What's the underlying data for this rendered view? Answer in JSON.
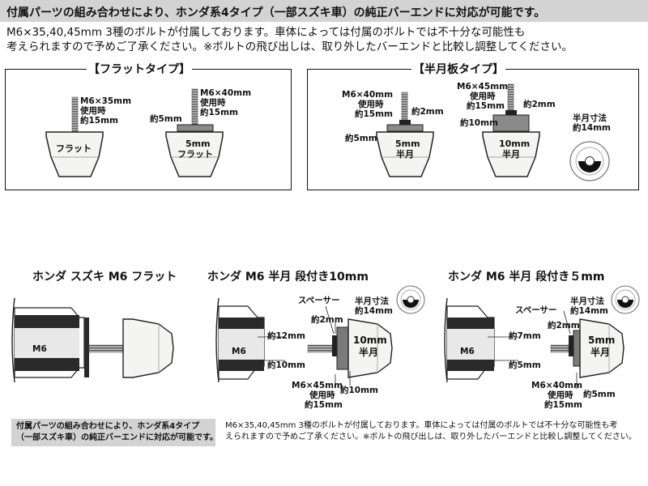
{
  "header": {
    "text": "付属パーツの組み合わせにより、ホンダ系4タイプ（一部スズキ車）の純正バーエンドに対応が可能です。"
  },
  "intro": {
    "line1": "M6×35,40,45mm 3種のボルトが付属しております。車体によっては付属のボルトでは不十分な可能性も",
    "line2": "考えられますので予めご了承ください。※ボルトの飛び出しは、取り外したバーエンドと比較し調整してください。"
  },
  "flat_panel": {
    "title": "【フラットタイプ】",
    "item1": {
      "bolt_size": "M6×35mm",
      "use_label": "使用時",
      "depth": "約15mm",
      "cap_label": "フラット"
    },
    "item2": {
      "bolt_size": "M6×40mm",
      "use_label": "使用時",
      "depth": "約15mm",
      "spacer": "約5mm",
      "cap_line1": "5mm",
      "cap_line2": "フラット"
    }
  },
  "half_panel": {
    "title": "【半月板タイプ】",
    "item1": {
      "bolt_size": "M6×40mm",
      "use_label": "使用時",
      "depth": "約15mm",
      "step": "約2mm",
      "spacer": "約5mm",
      "cap_line1": "5mm",
      "cap_line2": "半月"
    },
    "item2": {
      "bolt_size": "M6×45mm",
      "use_label": "使用時",
      "depth": "約15mm",
      "step": "約2mm",
      "spacer": "約10mm",
      "cap_line1": "10mm",
      "cap_line2": "半月"
    },
    "dimension": {
      "line1": "半月寸法",
      "line2": "約14mm"
    }
  },
  "sections": [
    {
      "title": "ホンダ スズキ M6 フラット",
      "bolt_label": "M6"
    },
    {
      "title": "ホンダ M6 半月 段付き10mm",
      "spacer_label": "スペーサー",
      "half_dim_line1": "半月寸法",
      "half_dim_line2": "約14mm",
      "step": "約2mm",
      "gap_top": "約12mm",
      "bolt_label": "M6",
      "gap_bottom": "約10mm",
      "cap_line1": "10mm",
      "cap_line2": "半月",
      "bolt_size": "M6×45mm",
      "use_label": "使用時",
      "depth": "約15mm",
      "spacer_depth": "約10mm"
    },
    {
      "title": "ホンダ M6 半月 段付き５mm",
      "spacer_label": "スペーサー",
      "half_dim_line1": "半月寸法",
      "half_dim_line2": "約14mm",
      "step": "約2mm",
      "gap_top": "約7mm",
      "bolt_label": "M6",
      "gap_bottom": "約5mm",
      "cap_line1": "5mm",
      "cap_line2": "半月",
      "bolt_size": "M6×40mm",
      "use_label": "使用時",
      "depth": "約15mm",
      "spacer_depth": "約5mm"
    }
  ],
  "note": {
    "line1": "付属パーツの組み合わせにより、ホンダ系4タイプ",
    "line2": "（一部スズキ車）の純正バーエンドに対応が可能です。"
  },
  "bottom": {
    "line1": "M6×35,40,45mm 3種のボルトが付属しております。車体によっては付属のボルトでは不十分な可能性も考",
    "line2": "えられますので予めご了承ください。※ボルトの飛び出しは、取り外したバーエンドと比較し調整してください。"
  },
  "colors": {
    "header_bg": "#d3d3d3",
    "grip_dark": "#2a2a2a",
    "spacer_gray": "#7a7a7a",
    "cap_fill": "#f4f4f2"
  }
}
